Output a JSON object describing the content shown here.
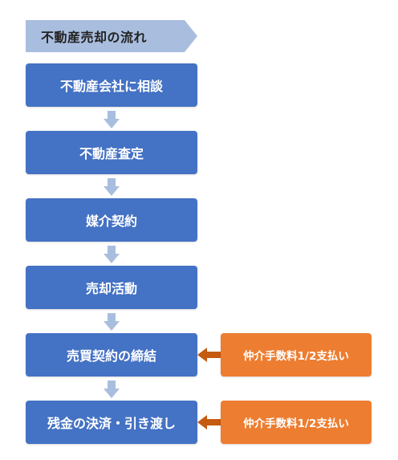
{
  "title": "不動産売却の流れ",
  "steps": [
    {
      "label": "不動産会社に相談"
    },
    {
      "label": "不動産査定"
    },
    {
      "label": "媒介契約"
    },
    {
      "label": "売却活動"
    },
    {
      "label": "売買契約の締結"
    },
    {
      "label": "残金の決済・引き渡し"
    }
  ],
  "fees": [
    {
      "label": "仲介手数料1/2支払い",
      "step": 4
    },
    {
      "label": "仲介手数料1/2支払い",
      "step": 5
    }
  ],
  "colors": {
    "step_fill": "#4472c4",
    "title_fill": "#a9bedf",
    "down_arrow": "#a9bedf",
    "fee_fill": "#ed7d31",
    "fee_arrow": "#c55a11"
  }
}
